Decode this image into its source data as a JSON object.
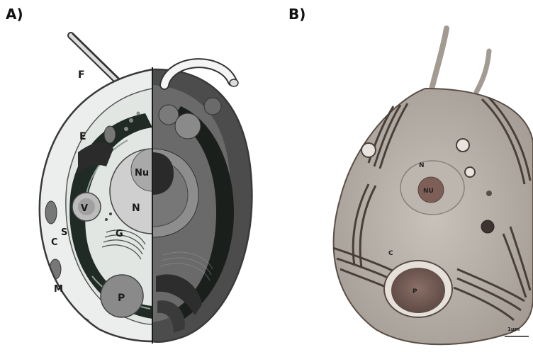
{
  "panels": {
    "a": {
      "label": "A)"
    },
    "b": {
      "label": "B)"
    }
  },
  "diagram_labels": {
    "flagellum": "F",
    "eyespot": "E",
    "nucleolus": "Nu",
    "nucleus": "N",
    "vacuole": "V",
    "starch": "S",
    "chloroplast": "C",
    "golgi": "G",
    "mitochondrion": "M",
    "pyrenoid": "P"
  },
  "micrograph_labels": {
    "nucleus": "N",
    "nucleolus": "NU",
    "chloroplast": "C",
    "pyrenoid": "P",
    "scale_bar": "1µm"
  },
  "colors": {
    "membrane": "#3a3a3a",
    "chloroplast_dark": "#1c2a22",
    "cytoplasm_light": "#e9ece9",
    "cytoplasm_shaded": "#6e6e6e",
    "nucleus_fill": "#c9c9c9",
    "micrograph_bg": "#b9b3ac",
    "micrograph_dark": "#4a3f38"
  }
}
